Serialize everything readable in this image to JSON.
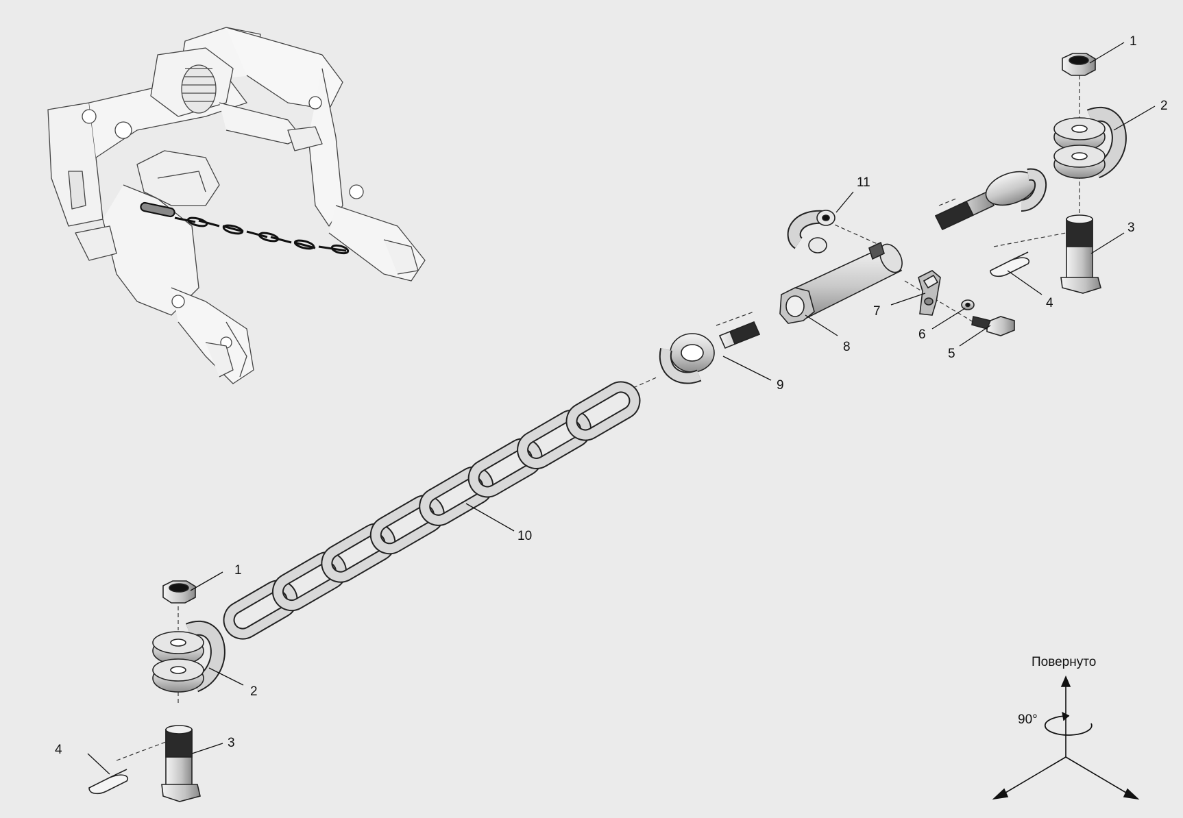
{
  "rotation_indicator": {
    "caption": "Повернуто",
    "angle_label": "90°"
  },
  "callouts": [
    {
      "id": "c1-top",
      "number": "1"
    },
    {
      "id": "c2-top",
      "number": "2"
    },
    {
      "id": "c3-top",
      "number": "3"
    },
    {
      "id": "c4-top",
      "number": "4"
    },
    {
      "id": "c5",
      "number": "5"
    },
    {
      "id": "c6",
      "number": "6"
    },
    {
      "id": "c7",
      "number": "7"
    },
    {
      "id": "c8",
      "number": "8"
    },
    {
      "id": "c9",
      "number": "9"
    },
    {
      "id": "c10",
      "number": "10"
    },
    {
      "id": "c11",
      "number": "11"
    },
    {
      "id": "c1-bottom",
      "number": "1"
    },
    {
      "id": "c2-bottom",
      "number": "2"
    },
    {
      "id": "c3-bottom",
      "number": "3"
    },
    {
      "id": "c4-bottom",
      "number": "4"
    }
  ],
  "colors": {
    "background": "#ebebeb",
    "part_fill": "#d9d9d9",
    "part_shadow": "#9a9a9a",
    "line": "#222222"
  }
}
